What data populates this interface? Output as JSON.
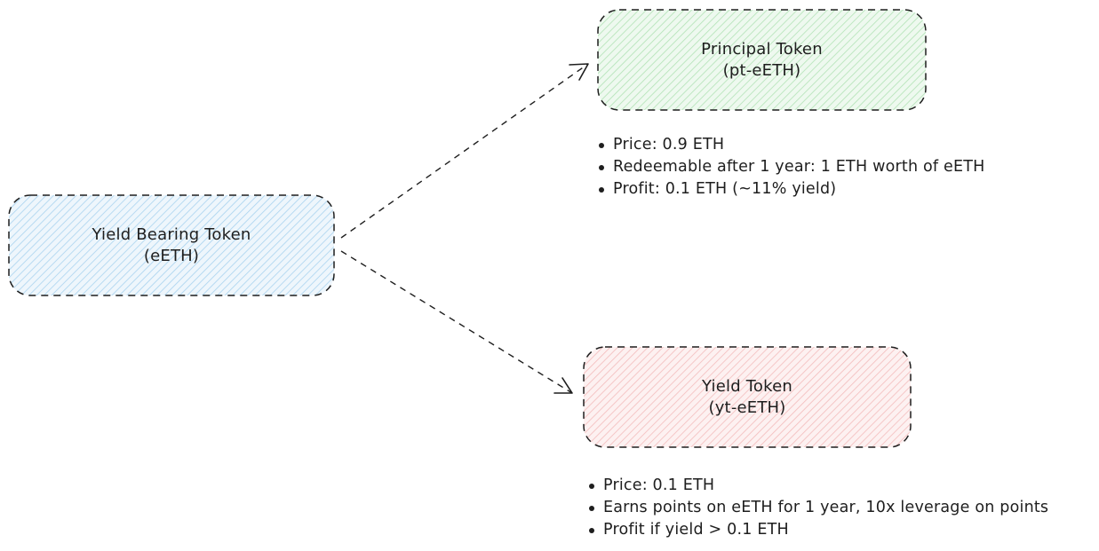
{
  "nodes": {
    "source": {
      "title": "Yield Bearing Token",
      "subtitle": "(eETH)",
      "fill": "#d6ebf7"
    },
    "principal": {
      "title": "Principal Token",
      "subtitle": "(pt-eETH)",
      "fill": "#d4f0d6"
    },
    "yield": {
      "title": "Yield Token",
      "subtitle": "(yt-eETH)",
      "fill": "#f9dede"
    }
  },
  "principal_notes": [
    "Price: 0.9 ETH",
    "Redeemable after 1 year: 1 ETH worth of eETH",
    "Profit: 0.1 ETH (~11% yield)"
  ],
  "yield_notes": [
    "Price: 0.1 ETH",
    "Earns points on eETH for 1 year, 10x leverage on points",
    "Profit if yield > 0.1 ETH"
  ],
  "colors": {
    "stroke": "#1e1e1e",
    "text": "#1e1e1e"
  }
}
